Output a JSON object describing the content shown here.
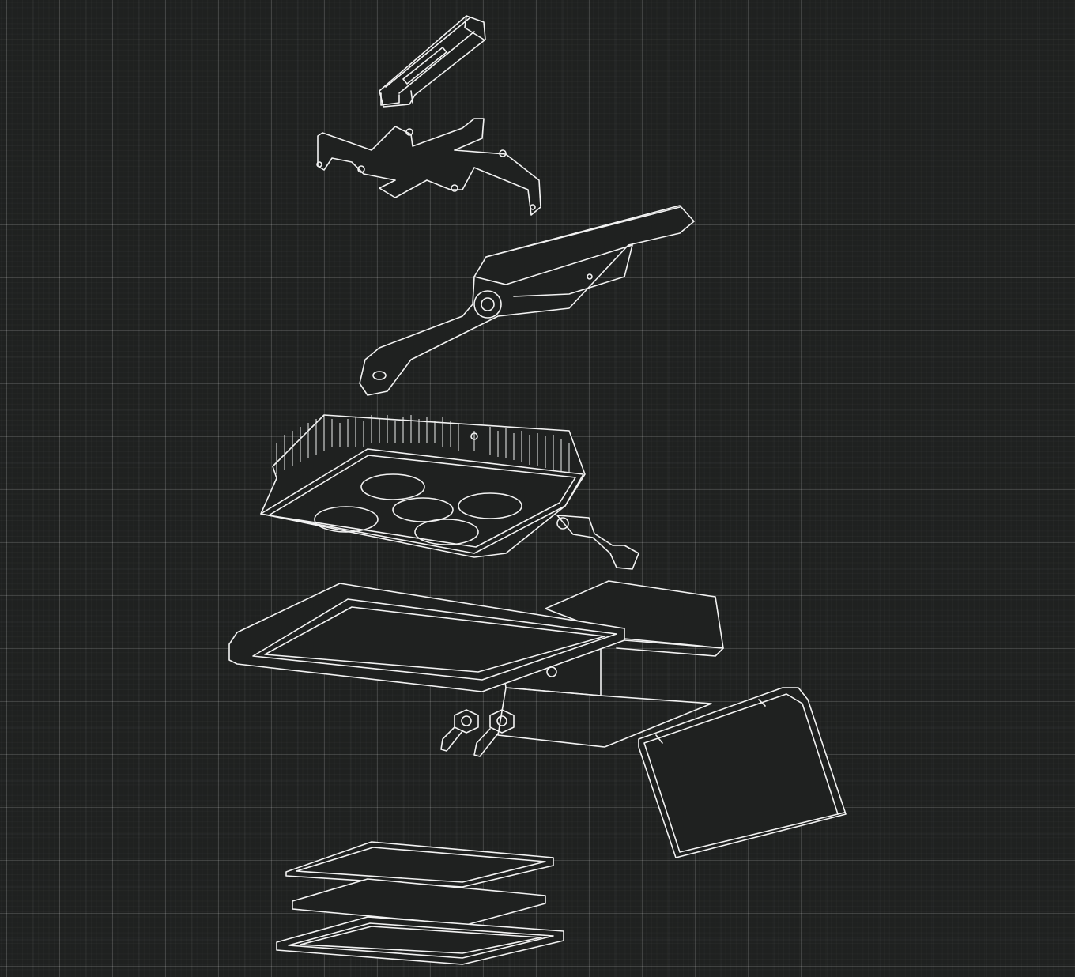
{
  "drawing": {
    "background_color": "#1f2120",
    "line_color": "#f2f2f2",
    "parts": [
      "mounting-clip",
      "star-bracket",
      "arm",
      "led-heatsink-module",
      "housing-with-driver-box",
      "cable-glands",
      "hinged-cover",
      "lens-plate-top",
      "lens-plate-middle",
      "lens-plate-bottom"
    ]
  }
}
